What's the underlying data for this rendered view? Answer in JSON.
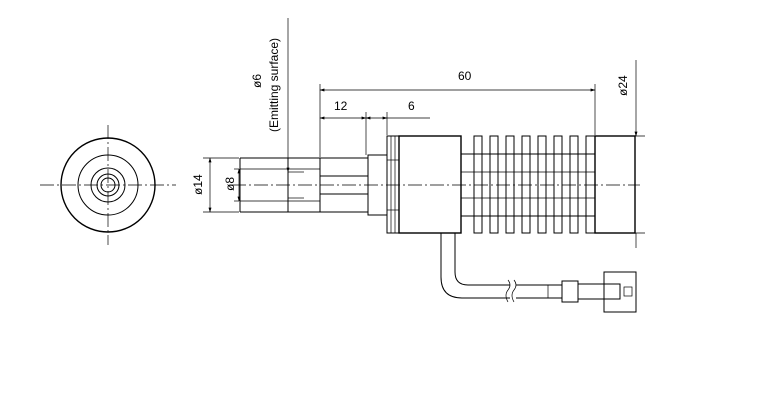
{
  "drawing": {
    "dim_length_overall": "60",
    "dim_length_front": "12",
    "dim_length_step": "6",
    "dim_dia_emitter": "ø6",
    "dim_dia_emitter_note": "(Emitting surface)",
    "dim_dia_body": "ø24",
    "dim_dia_tube_outer": "ø14",
    "dim_dia_tube_inner": "ø8"
  }
}
